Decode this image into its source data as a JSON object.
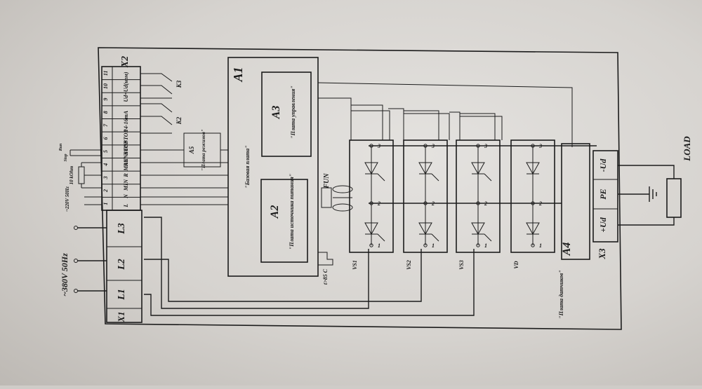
{
  "connectors": {
    "x1": "X1",
    "x2": "X2",
    "x3": "X3"
  },
  "supply": {
    "mains": "~380V 50Hz",
    "aux": "~220V 50Hz",
    "l1": "L1",
    "l2": "L2",
    "l3": "L3"
  },
  "x2_pins": [
    "1",
    "2",
    "3",
    "4",
    "5",
    "6",
    "7",
    "8",
    "9",
    "10",
    "11"
  ],
  "x2_row_labels": {
    "l": "L",
    "n": "N",
    "l_label": "L",
    "n_label": "N",
    "min": "MIN",
    "r": "R",
    "max": "MAX",
    "runstop1": "RUNSTOP",
    "runstop2": "RUNSTOP",
    "pin14": "14-16mA",
    "udc": "Ud=Ud(ном)"
  },
  "misc": {
    "ohm": "10 kOhm",
    "run": "Run",
    "stop": "Stop",
    "k2": "K2",
    "k3": "K3",
    "a5": "A5",
    "a5_desc": "\"Плата режимов\""
  },
  "blocks": {
    "a1": "A1",
    "a1_desc": "\"Базовая плата\"",
    "a2": "A2",
    "a2_desc": "\"Плата источника питания\"",
    "a3": "A3",
    "a3_desc": "\"Плата управления\"",
    "a4": "A4",
    "a4_desc": "\"Плата датчиков\""
  },
  "fan": {
    "label": "FUN",
    "thermo": "t>85 C"
  },
  "modules": [
    {
      "name": "VS1",
      "pins": [
        "1",
        "2",
        "3"
      ]
    },
    {
      "name": "VS2",
      "pins": [
        "1",
        "2",
        "3"
      ]
    },
    {
      "name": "VS3",
      "pins": [
        "1",
        "2",
        "3"
      ]
    },
    {
      "name": "VD",
      "pins": [
        "1",
        "2",
        "3"
      ]
    }
  ],
  "dc_out": {
    "plus": "+Ud",
    "pe": "PE",
    "minus": "-Ud",
    "load": "LOAD"
  }
}
